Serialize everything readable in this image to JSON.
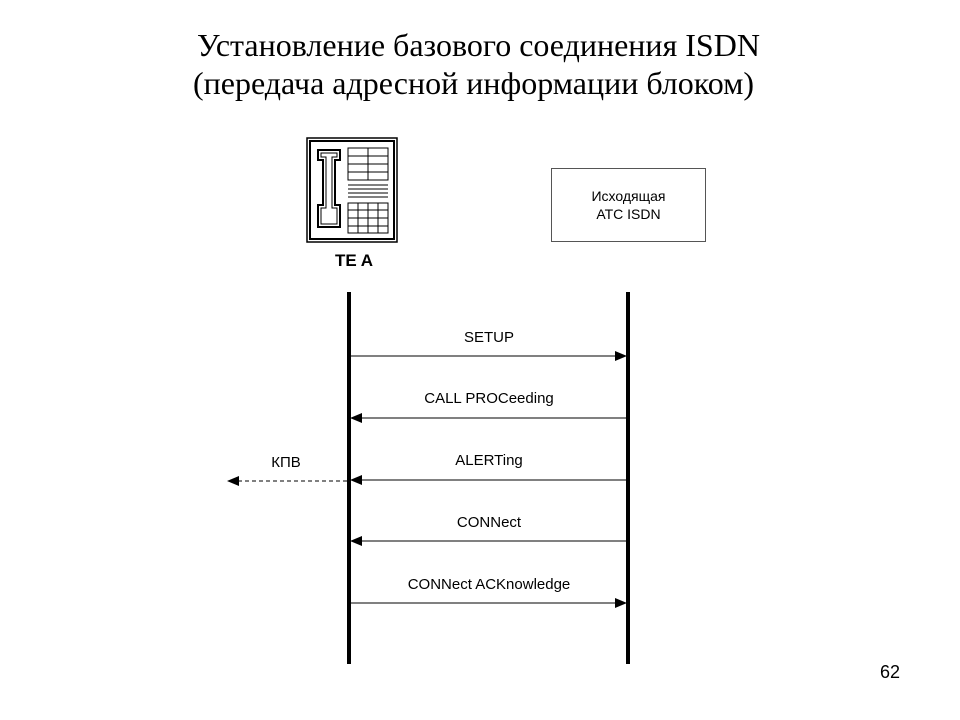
{
  "title": {
    "line1": "Установление базового соединения ISDN",
    "line2": "(передача адресной информации блоком)"
  },
  "terminal": {
    "label": "TE A",
    "icon": "telephone-icon"
  },
  "station": {
    "line1": "Исходящая",
    "line2": "АТС ISDN"
  },
  "messages": [
    {
      "label": "SETUP",
      "direction": "to-station"
    },
    {
      "label": "CALL PROCeeding",
      "direction": "to-terminal"
    },
    {
      "label": "ALERTing",
      "direction": "to-terminal"
    },
    {
      "label": "CONNect",
      "direction": "to-terminal"
    },
    {
      "label": "CONNect ACKnowledge",
      "direction": "to-station"
    }
  ],
  "side_signal": {
    "label": "КПВ",
    "style": "dashed"
  },
  "page_number": "62",
  "colors": {
    "line": "#000000",
    "arrow": "#000000",
    "box_border": "#555555"
  }
}
